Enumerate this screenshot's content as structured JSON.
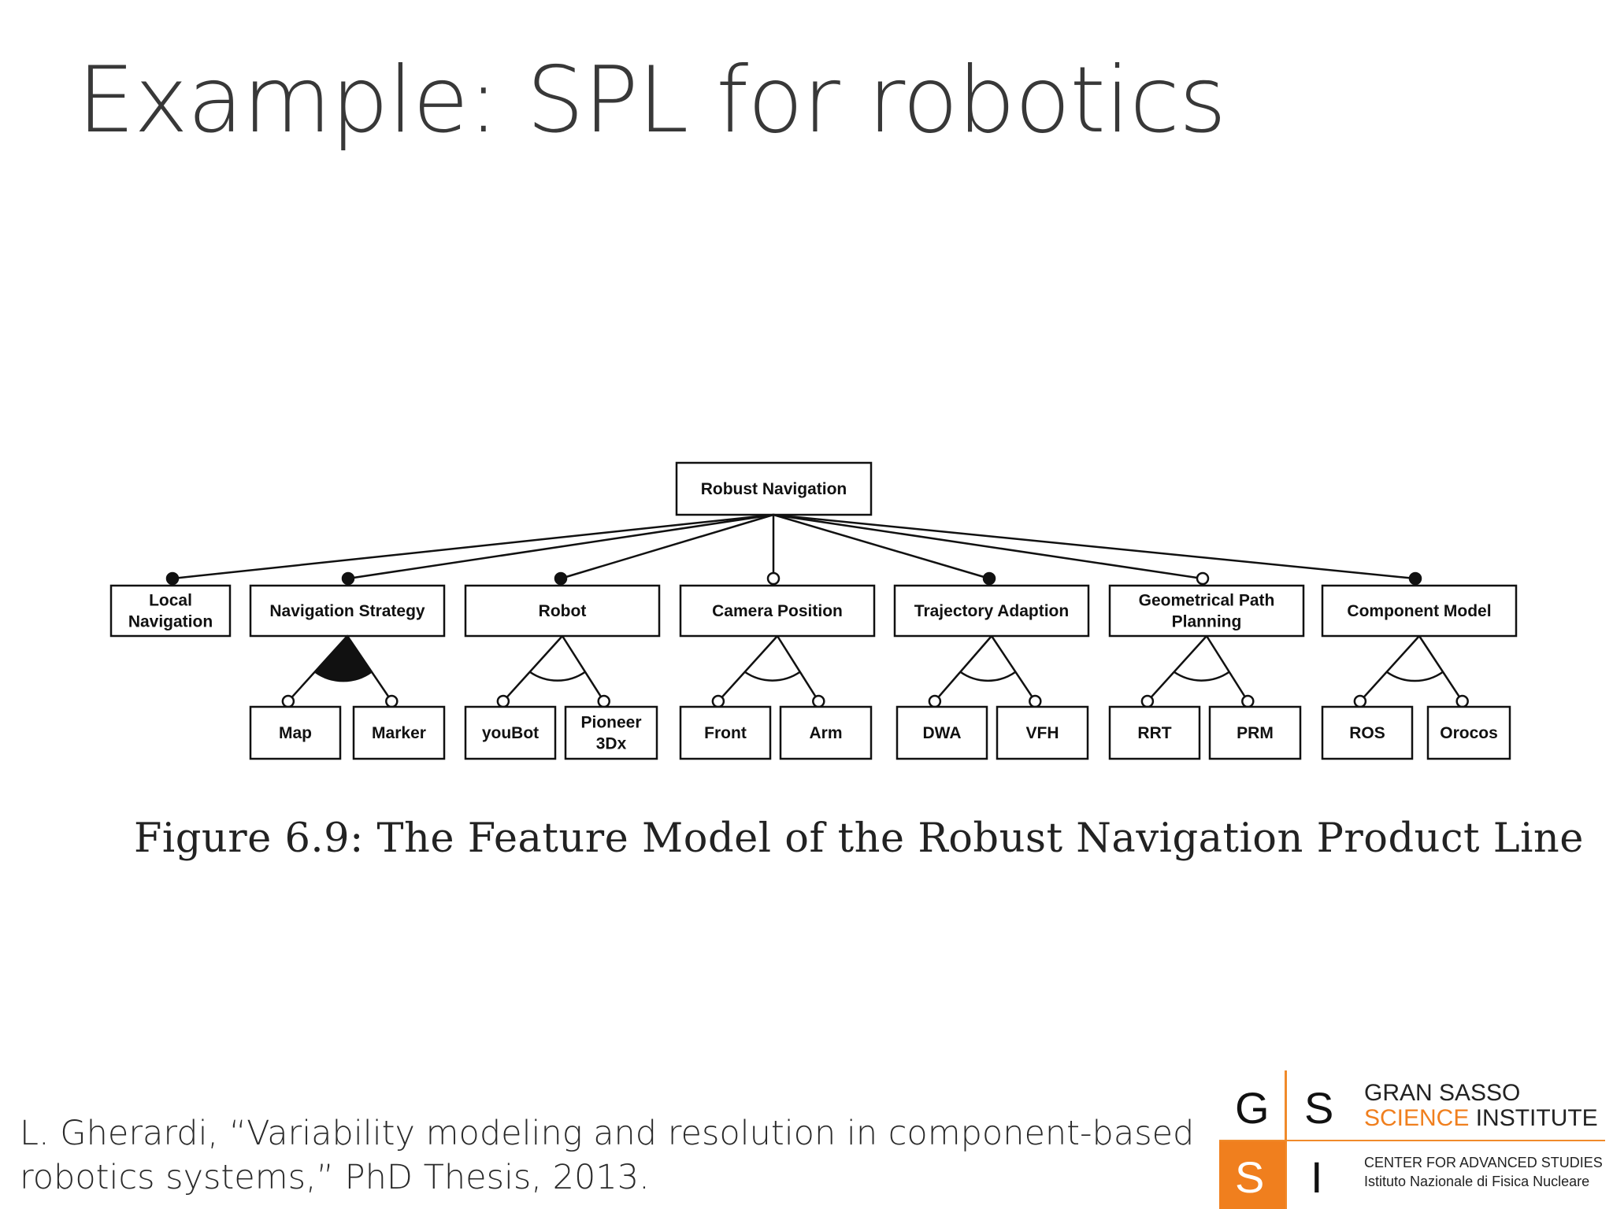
{
  "slide": {
    "title": "Example: SPL for robotics",
    "caption": "Figure 6.9:  The Feature Model of the Robust Navigation Product Line",
    "citation_line1": "L. Gherardi, “Variability modeling and resolution  in component-based",
    "citation_line2": "robotics systems,” PhD Thesis, 2013."
  },
  "diagram": {
    "root": "Robust Navigation",
    "features": [
      {
        "id": "local-navigation",
        "label": [
          "Local",
          "Navigation"
        ],
        "mandatory": true
      },
      {
        "id": "navigation-strategy",
        "label": [
          "Navigation Strategy"
        ],
        "mandatory": true
      },
      {
        "id": "robot",
        "label": [
          "Robot"
        ],
        "mandatory": true
      },
      {
        "id": "camera-position",
        "label": [
          "Camera Position"
        ],
        "mandatory": false
      },
      {
        "id": "trajectory-adaption",
        "label": [
          "Trajectory Adaption"
        ],
        "mandatory": true
      },
      {
        "id": "geometrical-path-planning",
        "label": [
          "Geometrical Path",
          "Planning"
        ],
        "mandatory": false
      },
      {
        "id": "component-model",
        "label": [
          "Component Model"
        ],
        "mandatory": true
      }
    ],
    "groups": [
      {
        "parent": "navigation-strategy",
        "type": "or",
        "children": [
          [
            "Map"
          ],
          [
            "Marker"
          ]
        ]
      },
      {
        "parent": "robot",
        "type": "alternative",
        "children": [
          [
            "youBot"
          ],
          [
            "Pioneer",
            "3Dx"
          ]
        ]
      },
      {
        "parent": "camera-position",
        "type": "alternative",
        "children": [
          [
            "Front"
          ],
          [
            "Arm"
          ]
        ]
      },
      {
        "parent": "trajectory-adaption",
        "type": "alternative",
        "children": [
          [
            "DWA"
          ],
          [
            "VFH"
          ]
        ]
      },
      {
        "parent": "geometrical-path-planning",
        "type": "alternative",
        "children": [
          [
            "RRT"
          ],
          [
            "PRM"
          ]
        ]
      },
      {
        "parent": "component-model",
        "type": "alternative",
        "children": [
          [
            "ROS"
          ],
          [
            "Orocos"
          ]
        ]
      }
    ]
  },
  "logo": {
    "letter_g": "G",
    "letter_s": "S",
    "letter_s2": "S",
    "letter_i": "I",
    "name_line1": "GRAN SASSO",
    "name_accent": "SCIENCE",
    "name_rest": " INSTITUTE",
    "sub_line1": "CENTER FOR ADVANCED STUDIES",
    "sub_line2": "Istituto Nazionale di Fisica Nucleare",
    "accent_color": "#f07f1e"
  }
}
